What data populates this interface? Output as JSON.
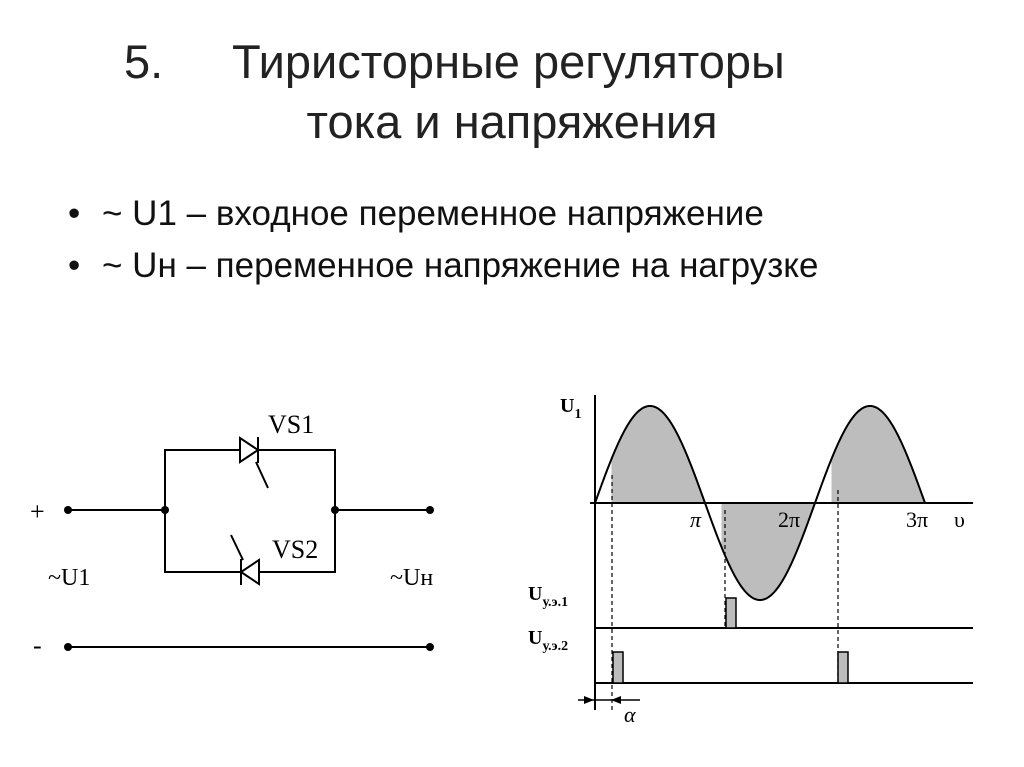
{
  "slide": {
    "number": "5.",
    "title_line1": "Тиристорные регуляторы",
    "title_line2": "тока и напряжения"
  },
  "bullets": [
    {
      "marker": "•",
      "text": "~ U1 – входное переменное напряжение"
    },
    {
      "marker": "•",
      "text": "~ Uн – переменное напряжение на нагрузке"
    }
  ],
  "circuit": {
    "plus": "+",
    "minus": "-",
    "input_label": "~U1",
    "output_label": "~Uн",
    "thyristor1": "VS1",
    "thyristor2": "VS2"
  },
  "waveform": {
    "u1_label": "U",
    "u1_sub": "1",
    "ctrl1_label": "U",
    "ctrl1_sub": "у.э.1",
    "ctrl2_label": "U",
    "ctrl2_sub": "у.э.2",
    "tick_pi": "π",
    "tick_2pi": "2π",
    "tick_3pi": "3π",
    "axis_var": "υ",
    "alpha": "α"
  },
  "colors": {
    "fill": "#bdbdbd",
    "line": "#000000"
  }
}
